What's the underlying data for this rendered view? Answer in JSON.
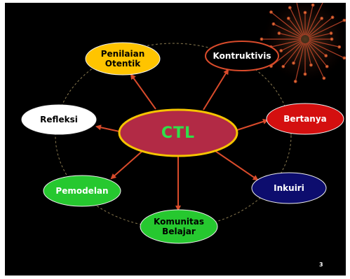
{
  "center": {
    "label": "CTL",
    "fill": "#b22a45",
    "border": "#f5c400",
    "text_color": "#2fe04a"
  },
  "nodes": [
    {
      "id": "penilaian-otentik",
      "label": "Penilaian\nOtentik",
      "fill": "#ffc400",
      "text": "#000000"
    },
    {
      "id": "kontruktivis",
      "label": "Kontruktivis",
      "fill": "#000000",
      "text": "#ffffff"
    },
    {
      "id": "bertanya",
      "label": "Bertanya",
      "fill": "#d40f0f",
      "text": "#ffffff"
    },
    {
      "id": "inkuiri",
      "label": "Inkuiri",
      "fill": "#0d0d6e",
      "text": "#ffffff"
    },
    {
      "id": "komunitas-belajar",
      "label": "Komunitas\nBelajar",
      "fill": "#26c82f",
      "text": "#000000"
    },
    {
      "id": "pemodelan",
      "label": "Pemodelan",
      "fill": "#26c82f",
      "text": "#ffffff"
    },
    {
      "id": "refleksi",
      "label": "Refleksi",
      "fill": "#ffffff",
      "text": "#000000"
    }
  ],
  "arrow_color": "#d94b2b",
  "page_number": "3"
}
